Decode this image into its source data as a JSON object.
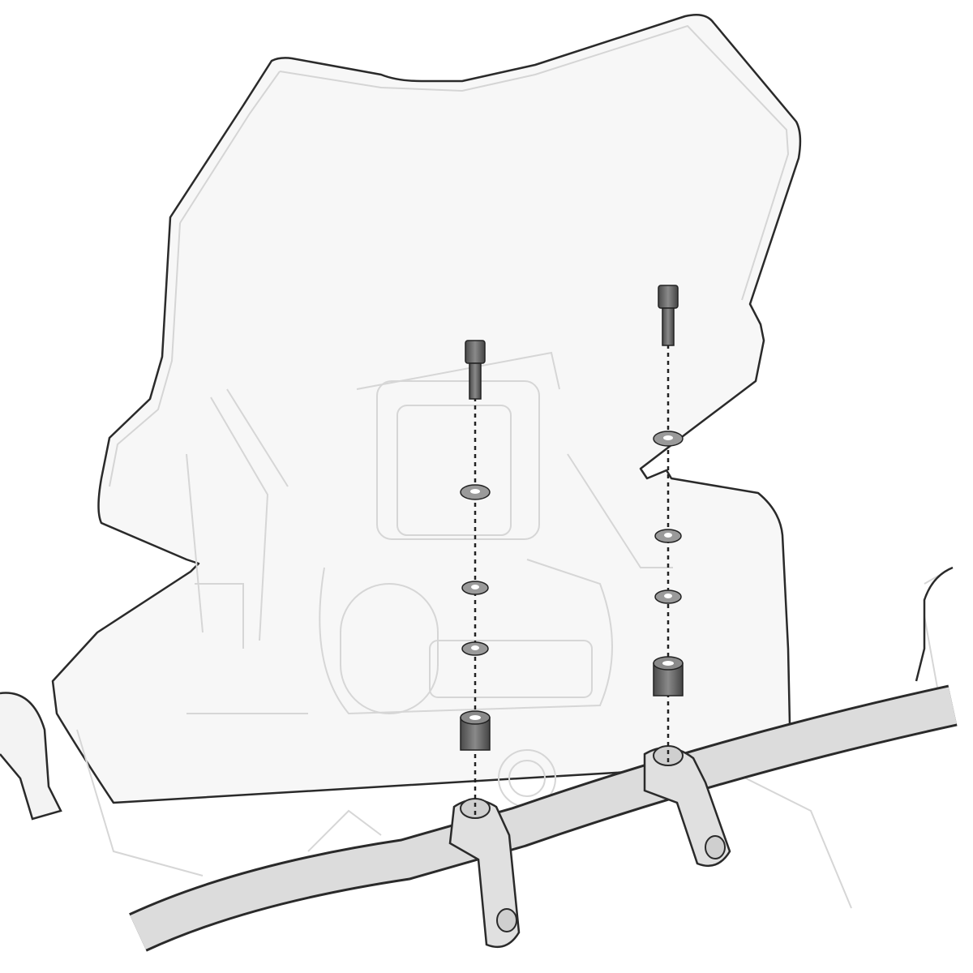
{
  "diagram": {
    "colors": {
      "background": "#ffffff",
      "outline": "#2a2a2a",
      "windscreen_fill": "#f7f7f7",
      "ghost_lines": "#d8d8d8",
      "handlebar_fill": "#dcdcdc",
      "hardware_fill": "#6e6e6e",
      "washer_fill": "#bdbdbd"
    },
    "icons": [
      "windscreen",
      "bolt",
      "washer",
      "spacer",
      "handlebar-clamp",
      "handlebar",
      "assembly-line"
    ]
  }
}
